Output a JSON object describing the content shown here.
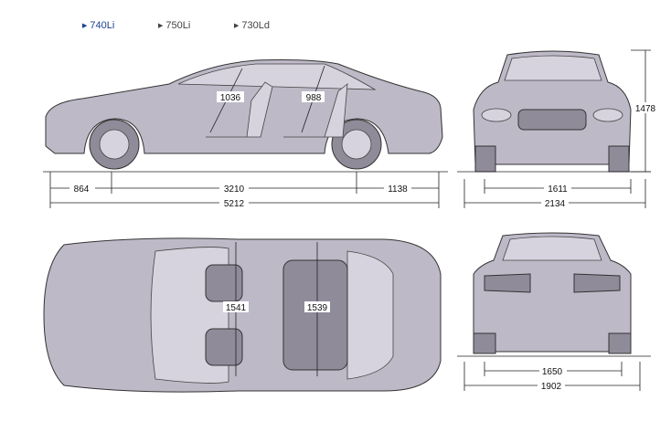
{
  "tabs": [
    {
      "label": "740Li",
      "active": true
    },
    {
      "label": "750Li",
      "active": false
    },
    {
      "label": "730Ld",
      "active": false
    }
  ],
  "accent": "#1a3f8f",
  "dimensions": {
    "front_overhang": "864",
    "wheelbase": "3210",
    "rear_overhang": "1138",
    "length": "5212",
    "front_headroom": "1036",
    "rear_headroom": "988",
    "height": "1478",
    "front_track": "1611",
    "width_mirrors": "2134",
    "front_shoulder": "1541",
    "rear_shoulder": "1539",
    "rear_track": "1650",
    "width": "1902"
  }
}
